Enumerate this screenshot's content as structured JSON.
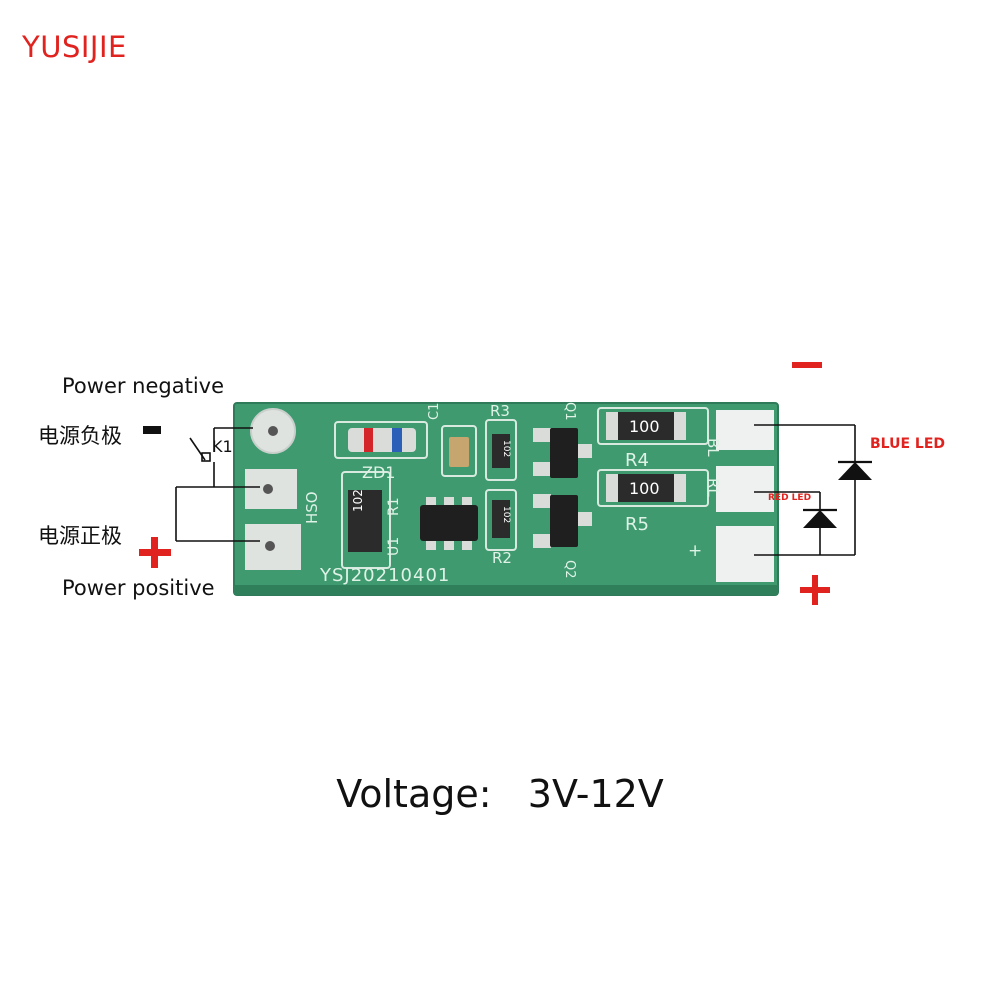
{
  "brand": "YUSIJIE",
  "labels": {
    "power_negative": "Power negative",
    "power_negative_cn": "电源负极",
    "power_positive_cn": "电源正极",
    "power_positive": "Power positive",
    "switch_label": "K1",
    "blue_led": "BLUE LED",
    "red_led": "RED LED",
    "minus_sign": "−",
    "plus_sign": "+"
  },
  "board": {
    "model": "YSJ20210401",
    "silk_hso": "HSO",
    "silk_bl": "BL",
    "silk_rl": "RL",
    "silk_plus": "+",
    "r4_value": "100",
    "r5_value": "100",
    "r_small": "102",
    "ref_r4": "R4",
    "ref_r5": "R5",
    "ref_r3": "R3",
    "ref_r2": "R2",
    "ref_r1": "R1",
    "ref_u1": "U1",
    "ref_zd1": "ZD1",
    "ref_c1": "C1",
    "ref_q1": "Q1",
    "ref_q2": "Q2"
  },
  "voltage": {
    "label": "Voltage:",
    "value": "3V-12V"
  },
  "colors": {
    "accent_red": "#e0231f",
    "pcb_green": "#3f9a70",
    "pad_silver": "#e8ece9"
  }
}
